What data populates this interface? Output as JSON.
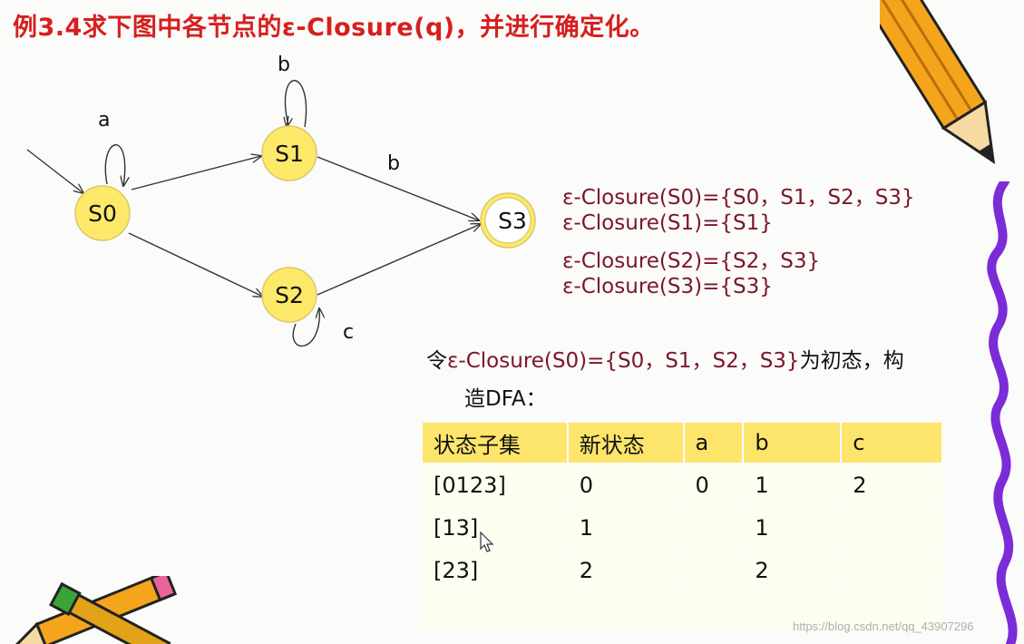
{
  "title": "例3.4求下图中各节点的ε-Closure(q)，并进行确定化。",
  "graph": {
    "nodes": [
      {
        "id": "S0",
        "label": "S0",
        "final": false
      },
      {
        "id": "S1",
        "label": "S1",
        "final": false
      },
      {
        "id": "S2",
        "label": "S2",
        "final": false
      },
      {
        "id": "S3",
        "label": "S3",
        "final": true
      }
    ],
    "edge_labels": {
      "s0_loop": "a",
      "s1_loop": "b",
      "s1_s3": "b",
      "s2_loop": "c"
    }
  },
  "closures": [
    "ε-Closure(S0)={S0，S1，S2，S3}",
    "ε-Closure(S1)={S1}",
    "ε-Closure(S2)={S2，S3}",
    "ε-Closure(S3)={S3}"
  ],
  "paragraph": {
    "prefix": "令",
    "closure": "ε-Closure(S0)={S0，S1，S2，S3}",
    "suffix": "为初态，构",
    "line2": "造DFA："
  },
  "table": {
    "headers": [
      "状态子集",
      "新状态",
      "a",
      "b",
      "c"
    ],
    "rows": [
      [
        "[0123]",
        "0",
        "0",
        "1",
        "2"
      ],
      [
        "[13]",
        "1",
        "",
        "1",
        ""
      ],
      [
        "[23]",
        "2",
        "",
        "2",
        ""
      ],
      [
        "",
        "",
        "",
        "",
        ""
      ]
    ]
  },
  "colors": {
    "title": "#d61f1f",
    "closure_text": "#7a1530",
    "node_fill": "#fde86a",
    "table_header": "#fde56b"
  },
  "watermark": "https://blog.csdn.net/qq_43907296"
}
